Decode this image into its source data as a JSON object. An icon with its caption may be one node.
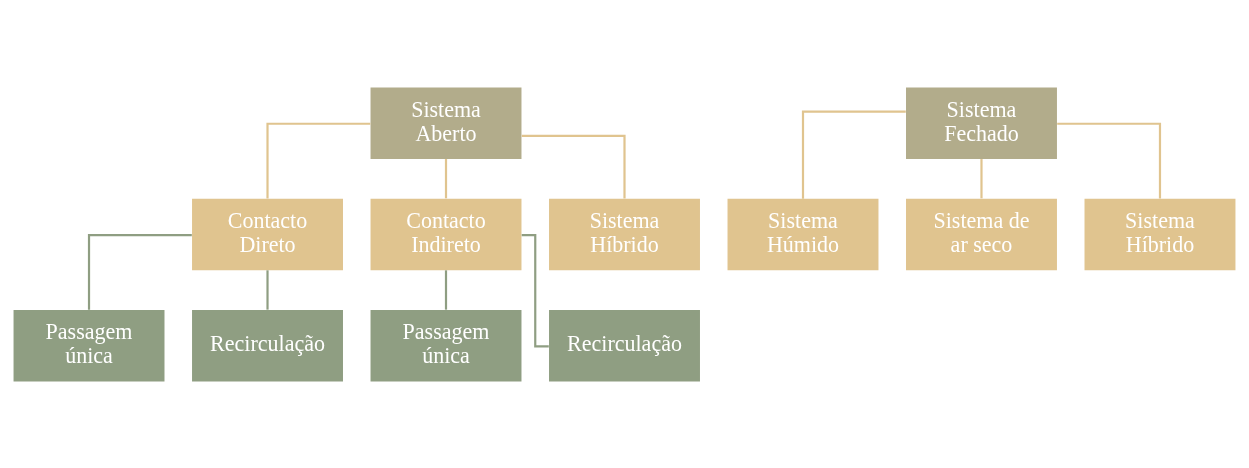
{
  "diagram": {
    "nodes": [
      {
        "text": [
          "Sistema Aberto"
        ]
      },
      {
        "text": [
          "Contacto Direto"
        ]
      },
      {
        "text": [
          "Contacto Indireto"
        ]
      },
      {
        "text": [
          "Sistema Híbrido"
        ]
      },
      {
        "text": [
          "Passagem única"
        ]
      },
      {
        "text": [
          "Recirculação"
        ]
      },
      {
        "text": [
          "Passagem única"
        ]
      },
      {
        "text": [
          "Recirculação"
        ]
      },
      {
        "text": [
          "Sistema Fechado"
        ]
      },
      {
        "text": [
          "Sistema Húmido"
        ]
      },
      {
        "text": [
          "Sistema de ar seco"
        ]
      },
      {
        "text": [
          "Sistema Híbrido"
        ]
      }
    ],
    "edges": [
      {
        "from": 0,
        "to": 1,
        "arrow": "none"
      },
      {
        "from": 0,
        "to": 2,
        "arrow": "none"
      },
      {
        "from": 0,
        "to": 3,
        "arrow": "none"
      },
      {
        "from": 1,
        "to": 4,
        "arrow": "none",
        "color": "#8f9e82"
      },
      {
        "from": 1,
        "to": 5,
        "arrow": "none",
        "color": "#8f9e82"
      },
      {
        "from": 2,
        "to": 6,
        "arrow": "none",
        "color": "#8f9e82"
      },
      {
        "from": 2,
        "to": 7,
        "arrow": "none",
        "color": "#8f9e82"
      },
      {
        "from": 8,
        "to": 9,
        "arrow": "none"
      },
      {
        "from": 8,
        "to": 10,
        "arrow": "none"
      },
      {
        "from": 8,
        "to": 11,
        "arrow": "none"
      }
    ]
  }
}
